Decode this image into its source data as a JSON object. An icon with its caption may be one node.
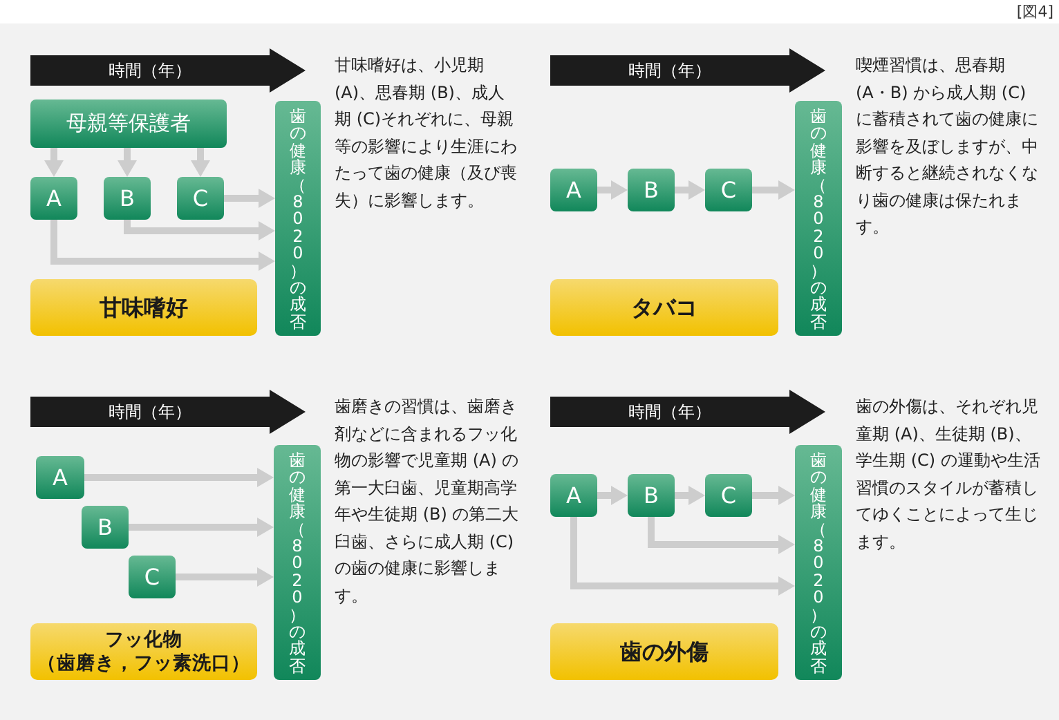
{
  "diagram": {
    "nodes": [
      {
        "text": [
          "時間（年）"
        ]
      },
      {
        "text": [
          "母親等保護者"
        ]
      },
      {
        "text": [
          "A"
        ]
      },
      {
        "text": [
          "B"
        ]
      },
      {
        "text": [
          "C"
        ]
      },
      {
        "text": [
          "歯の健康（8020）の成否"
        ]
      },
      {
        "text": [
          "甘味嗜好"
        ]
      },
      {
        "text": [
          "時間（年）"
        ]
      },
      {
        "text": [
          "A"
        ]
      },
      {
        "text": [
          "B"
        ]
      },
      {
        "text": [
          "C"
        ]
      },
      {
        "text": [
          "歯の健康（8020）の成否"
        ]
      },
      {
        "text": [
          "タバコ"
        ]
      },
      {
        "text": [
          "時間（年）"
        ]
      },
      {
        "text": [
          "A"
        ]
      },
      {
        "text": [
          "B"
        ]
      },
      {
        "text": [
          "C"
        ]
      },
      {
        "text": [
          "歯の健康（8020）の成否"
        ]
      },
      {
        "text": [
          "フッ化物",
          "（歯磨き，フッ素洗口）"
        ]
      },
      {
        "text": [
          "時間（年）"
        ]
      },
      {
        "text": [
          "A"
        ]
      },
      {
        "text": [
          "B"
        ]
      },
      {
        "text": [
          "C"
        ]
      },
      {
        "text": [
          "歯の健康（8020）の成否"
        ]
      },
      {
        "text": [
          "歯の外傷"
        ]
      }
    ],
    "edges": [
      {
        "from": 1,
        "to": 2,
        "arrow": "to"
      },
      {
        "from": 1,
        "to": 3,
        "arrow": "to"
      },
      {
        "from": 1,
        "to": 4,
        "arrow": "to"
      },
      {
        "from": 4,
        "to": 5,
        "arrow": "to"
      },
      {
        "from": 3,
        "to": 5,
        "arrow": "to"
      },
      {
        "from": 2,
        "to": 5,
        "arrow": "to"
      },
      {
        "from": 8,
        "to": 9,
        "arrow": "to"
      },
      {
        "from": 9,
        "to": 10,
        "arrow": "to"
      },
      {
        "from": 10,
        "to": 11,
        "arrow": "to"
      },
      {
        "from": 14,
        "to": 17,
        "arrow": "to"
      },
      {
        "from": 15,
        "to": 17,
        "arrow": "to"
      },
      {
        "from": 16,
        "to": 17,
        "arrow": "to"
      },
      {
        "from": 20,
        "to": 21,
        "arrow": "to"
      },
      {
        "from": 21,
        "to": 22,
        "arrow": "to"
      },
      {
        "from": 22,
        "to": 23,
        "arrow": "to"
      },
      {
        "from": 21,
        "to": 23,
        "arrow": "to"
      },
      {
        "from": 20,
        "to": 23,
        "arrow": "to"
      }
    ],
    "labels": [
      "[図4]",
      "甘味嗜好は、小児期 (A)、思春期 (B)、成人期 (C)それぞれに、母親等の影響により生涯にわたって歯の健康（及び喪失）に影響します。",
      "喫煙習慣は、思春期 (A・B) から成人期 (C) に蓄積されて歯の健康に影響を及ぼしますが、中断すると継続されなくなり歯の健康は保たれます。",
      "歯磨きの習慣は、歯磨き剤などに含まれるフッ化物の影響で児童期 (A) の第一大臼歯、児童期高学年や生徒期 (B) の第二大臼歯、さらに成人期 (C) の歯の健康に影響します。",
      "歯の外傷は、それぞれ児童期 (A)、生徒期 (B)、学生期 (C) の運動や生活習慣のスタイルが蓄積してゆくことによって生じます。"
    ]
  }
}
